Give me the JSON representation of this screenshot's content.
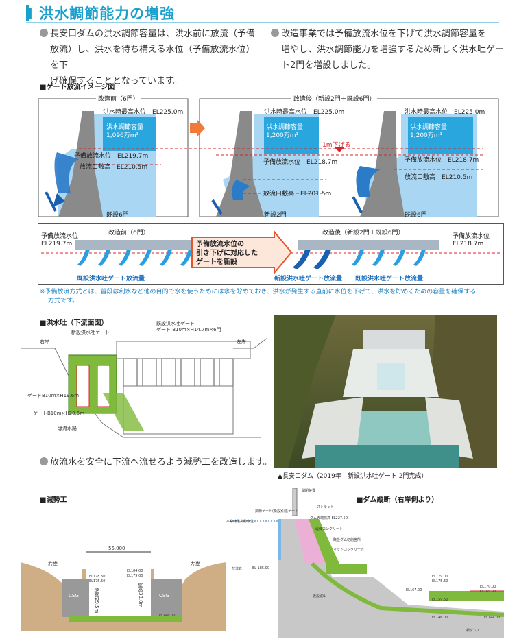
{
  "title": "Ⅰ 洪水調節能力の増強",
  "bullets": {
    "left": [
      "長安口ダムの洪水調節容量は、洪水前に放流（予備",
      "放流）し、洪水を待ち構える水位（予備放流水位）を下",
      "げ確保することとなっています。"
    ],
    "right": [
      "改造事業では予備放流水位を下げて洪水調節容量を",
      "増やし、洪水調節能力を増強するため新しく洪水吐ゲー",
      "ト2門を増設しました。"
    ],
    "energy": "放流水を安全に下流へ流せるよう減勢工を改造します。"
  },
  "gate_image": {
    "heading": "■ゲート放流イメージ図",
    "before_title": "改造前（6門）",
    "after_title": "改造後（新設2門＋既設6門）",
    "flood_level": "洪水時最高水位",
    "el_225": "EL225.0m",
    "capacity_label": "洪水調節容量",
    "capacity_before": "1,096万m³",
    "capacity_after": "1,200万m³",
    "prelim_level": "予備放流水位",
    "el_2197": "EL219.7m",
    "el_2187": "EL218.7m",
    "outlet": "放流口敷高",
    "el_2105": "EL210.5m",
    "el_2015": "EL201.5m",
    "lower_1m": "1m下げる",
    "existing_6": "既設6門",
    "new_2": "新設2門"
  },
  "gate_strip": {
    "before_title": "改造前（6門）",
    "after_title": "改造後（新設2門＋既設6門）",
    "left_level": [
      "予備放流水位",
      "EL219.7m"
    ],
    "right_level": [
      "予備放流水位",
      "EL218.7m"
    ],
    "arrow_text": [
      "予備放流水位の",
      "引き下げに対応した",
      "ゲートを新設"
    ],
    "existing_flow": "既設洪水吐ゲート放流量",
    "new_flow": "新設洪水吐ゲート放流量"
  },
  "note": [
    "※予備放流方式とは、普段は利水など他の目的で水を使うためには水を貯めておき、洪水が発生する直前に水位を下げて、洪水を貯めるための容量を確保する",
    "方式です。"
  ],
  "spillway": {
    "heading": "■洪水吐（下流面図）",
    "new_gate": "新設洪水吐ゲート",
    "existing_gate": [
      "既設洪水吐ゲート",
      "ゲート B10m×H14.7m×6門"
    ],
    "right_bank": "右岸",
    "left_bank": "左岸",
    "gate_a": "ゲートB10m×H19.6m",
    "gate_b": "ゲートB10m×H20.5m",
    "channel": "導流水路"
  },
  "photo": {
    "caption": "▲長安口ダム（2019年　新設洪水吐ゲート 2門完成）"
  },
  "energy_dissipator": {
    "heading": "■減勢工",
    "width": "55.000",
    "right_bank": "右岸",
    "left_bank": "左岸",
    "csg": "CSG",
    "wall_left": "壁高29.5m",
    "wall_right": "壁高33.0m",
    "el_left": [
      "EL178.50",
      "EL175.50"
    ],
    "el_right": [
      "EL184.00",
      "EL179.00"
    ],
    "el_bottom": "EL146.00"
  },
  "section": {
    "heading": "■ダム縦断（右岸側より）",
    "labels": [
      "開閉装置",
      "調節ゲート(新設)",
      "引張ゲート",
      "ストラット",
      "平常時最高貯水位",
      "ダム天端標高 EL227.50",
      "堤体コンクリート",
      "既設ダム切削箇所",
      "マットコンクリート",
      "放流管",
      "EL 185.00",
      "仮設堤山",
      "新ダムエ"
    ],
    "levels": [
      "EL179.00",
      "EL175.50",
      "EL167.00",
      "EL159.50",
      "EL146.00",
      "EL144.00",
      "EL170.00",
      "EL169.00"
    ]
  },
  "colors": {
    "accent": "#1aa0cc",
    "water": "#9fd0ee",
    "arrow": "#1a6fc0",
    "red": "#d8242a",
    "green": "#7fba3c"
  }
}
